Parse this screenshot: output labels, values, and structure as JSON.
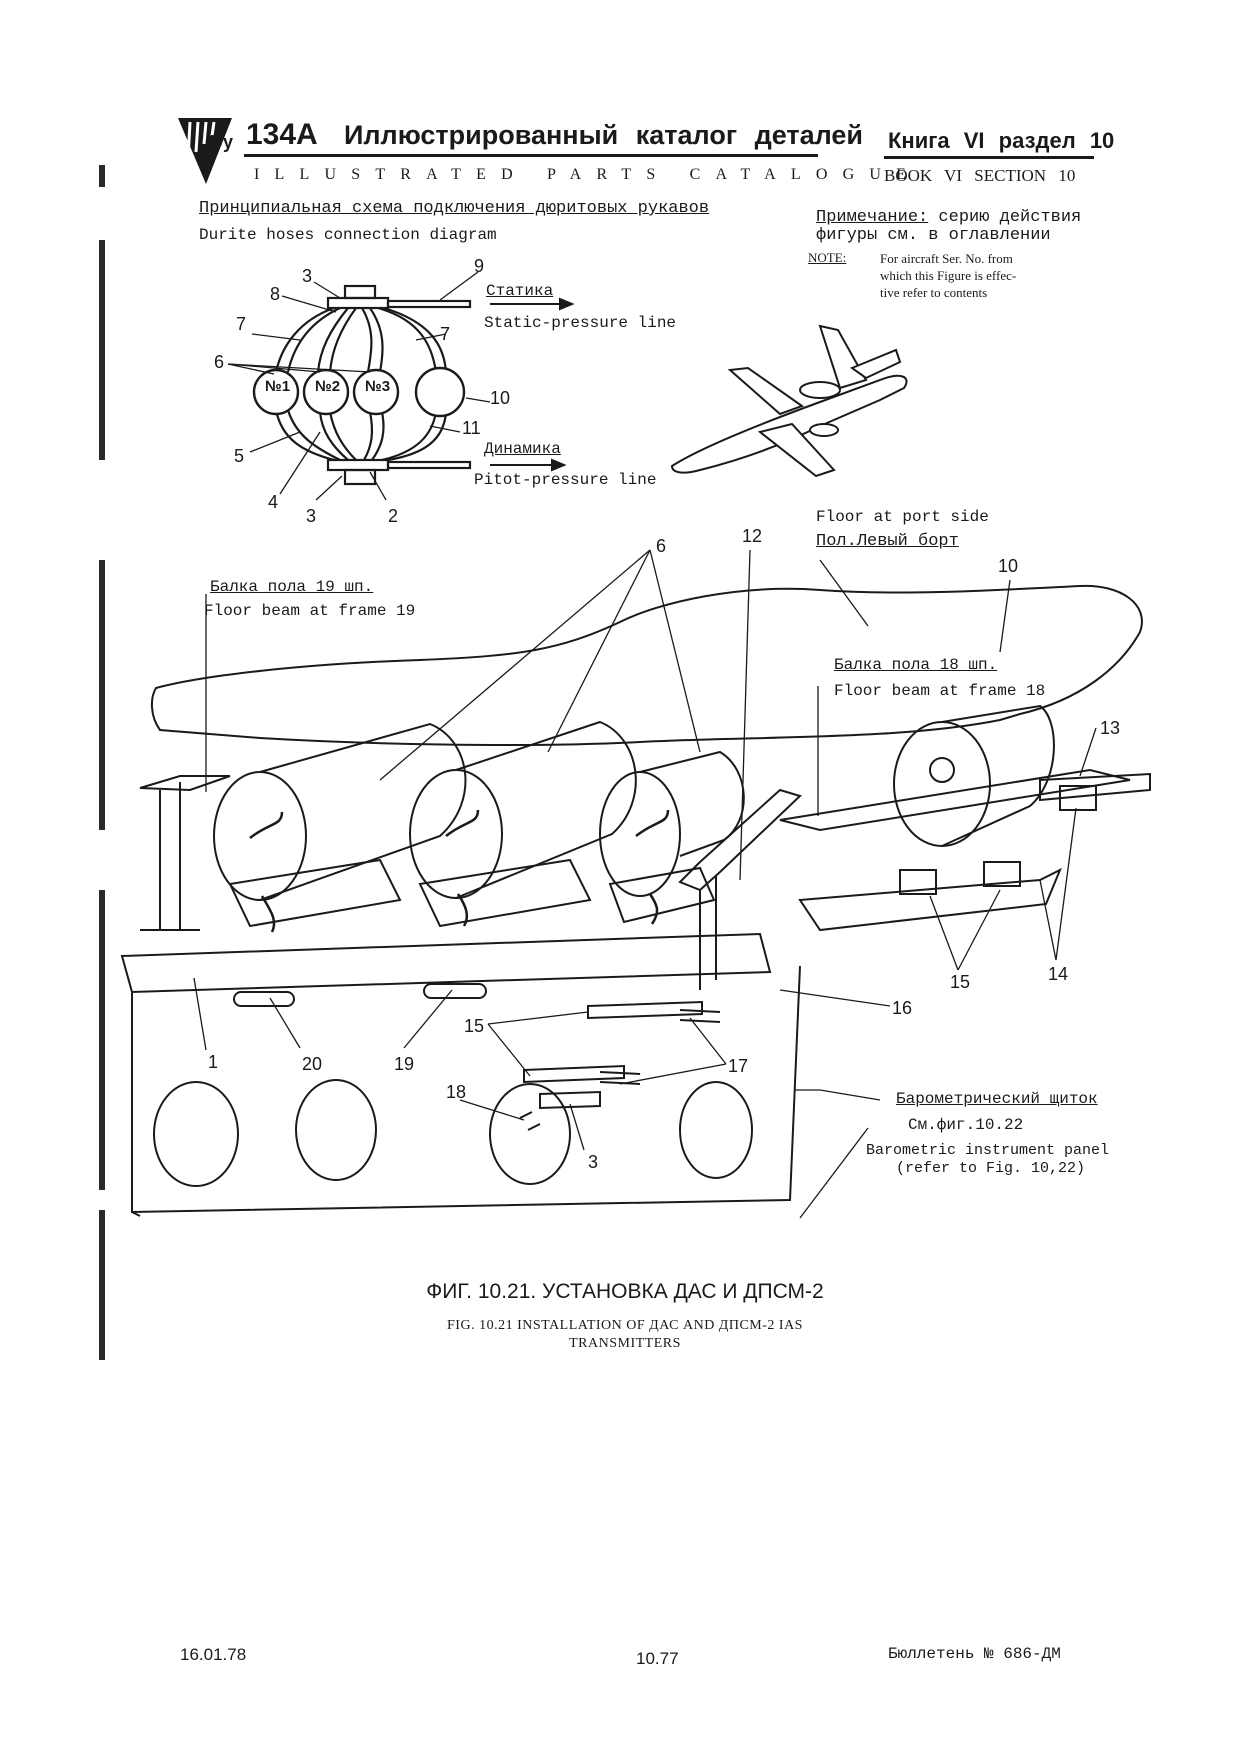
{
  "header": {
    "model": "134А",
    "title_ru": "Иллюстрированный каталог деталей",
    "title_en": "ILLUSTRATED PARTS CATALOGUE",
    "book_ru": "Книга VI раздел 10",
    "book_en": "BOOK VI SECTION 10"
  },
  "schematic": {
    "title_ru": "Принципиальная схема подключения дюритовых рукавов",
    "title_en": "Durite hoses connection diagram",
    "static_ru": "Статика",
    "static_en": "Static-pressure line",
    "dynamic_ru": "Динамика",
    "dynamic_en": "Pitot-pressure line",
    "units": [
      "№1",
      "№2",
      "№3"
    ],
    "callouts": [
      "3",
      "9",
      "8",
      "7",
      "7",
      "6",
      "10",
      "11",
      "5",
      "4",
      "3",
      "2"
    ]
  },
  "note": {
    "ru_label": "Примечание:",
    "ru_line1": "серию действия",
    "ru_line2": "фигуры см. в оглавлении",
    "en_label": "NOTE:",
    "en_line1": "For aircraft Ser. No. from",
    "en_line2": "which this Figure is effec-",
    "en_line3": "tive refer to contents"
  },
  "installation": {
    "floor_port_en": "Floor at port side",
    "floor_port_ru": "Пол.Левый борт",
    "beam19_ru": "Балка пола 19 шп.",
    "beam19_en": "Floor beam at frame 19",
    "beam18_ru": "Балка пола 18 шп.",
    "beam18_en": "Floor beam at frame 18",
    "baro_ru": "Барометрический щиток",
    "baro_ref_ru": "См.фиг.10.22",
    "baro_en": "Barometric instrument panel",
    "baro_ref_en": "(refer to Fig. 10,22)",
    "callouts": [
      "6",
      "12",
      "10",
      "13",
      "15",
      "14",
      "16",
      "15",
      "17",
      "1",
      "20",
      "19",
      "18",
      "3"
    ]
  },
  "caption": {
    "ru": "ФИГ. 10.21. УСТАНОВКА ДАС И ДПСМ-2",
    "en_line1": "FIG. 10.21 INSTALLATION OF ДАС AND ДПСМ-2 IAS",
    "en_line2": "TRANSMITTERS"
  },
  "footer": {
    "date": "16.01.78",
    "page": "10.77",
    "bulletin": "Бюллетень № 686-ДМ"
  }
}
